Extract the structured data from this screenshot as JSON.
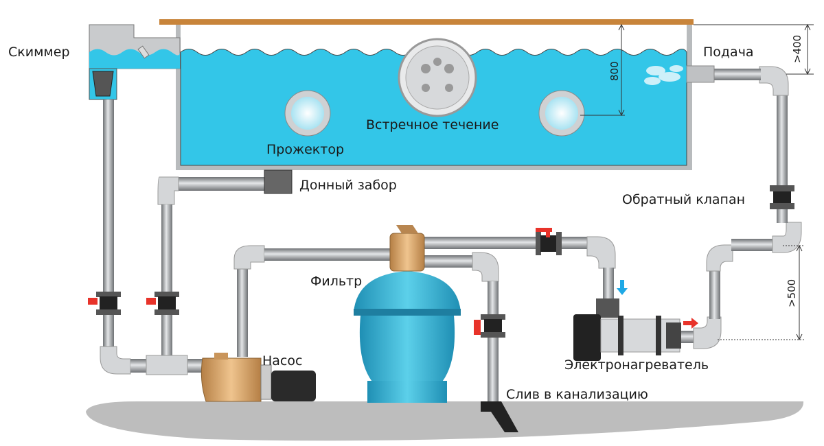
{
  "labels": {
    "skimmer": "Скиммер",
    "supply": "Подача",
    "spotlight": "Прожектор",
    "counterflow": "Встречное течение",
    "bottom_drain": "Донный забор",
    "check_valve": "Обратный клапан",
    "filter": "Фильтр",
    "pump": "Насос",
    "heater": "Электронагреватель",
    "sewer_drain": "Слив в канализацию"
  },
  "dimensions": {
    "depth": "800",
    "supply_height": ">400",
    "heater_height": ">500"
  },
  "colors": {
    "water": "#33c6e8",
    "deck": "#c8843a",
    "pipe": "#9a9da0",
    "valve_handle": "#e8332a",
    "pump_body": "#d8a46a",
    "filter_tank": "#3ab7d6",
    "ground": "#bdbdbd"
  }
}
